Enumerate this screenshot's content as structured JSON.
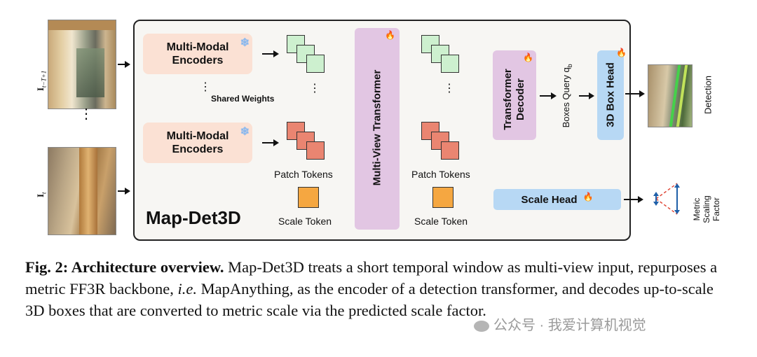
{
  "inputs": {
    "top_label": "I",
    "top_label_sub": "t−T+1",
    "bottom_label": "I",
    "bottom_label_sub": "t",
    "dots": "⋮"
  },
  "model": {
    "title": "Map-Det3D",
    "encoder_label": "Multi-Modal\nEncoders",
    "shared_weights": "Shared Weights",
    "patch_tokens": "Patch Tokens",
    "scale_token": "Scale Token",
    "transformer": "Multi-View Transformer",
    "decoder": "Transformer\nDecoder",
    "boxes_query": "Boxes Query q",
    "boxes_query_sub": "b",
    "box_head": "3D Box Head",
    "scale_head": "Scale Head",
    "frozen_icon": "snowflake-icon",
    "trainable_icon": "fire-icon"
  },
  "outputs": {
    "detection": "Detection",
    "scaling": "Metric\nScaling\nFactor"
  },
  "caption": {
    "bold": "Fig. 2: Architecture overview.",
    "text_1": " Map-Det3D treats a short temporal window as multi-view input, repurposes a metric FF3R backbone, ",
    "ie": "i.e.",
    "text_2": " MapAnything, as the encoder of a detection transformer, and decodes up-to-scale 3D boxes that are converted to metric scale via the predicted scale factor."
  },
  "watermark": "公众号 · 我爱计算机视觉",
  "colors": {
    "encoder": "#fbe1d4",
    "transformer": "#e2c6e3",
    "head": "#b7d8f4",
    "green_token": "#cdf0cf",
    "red_token": "#ea8571",
    "scale_token": "#f5a741"
  }
}
